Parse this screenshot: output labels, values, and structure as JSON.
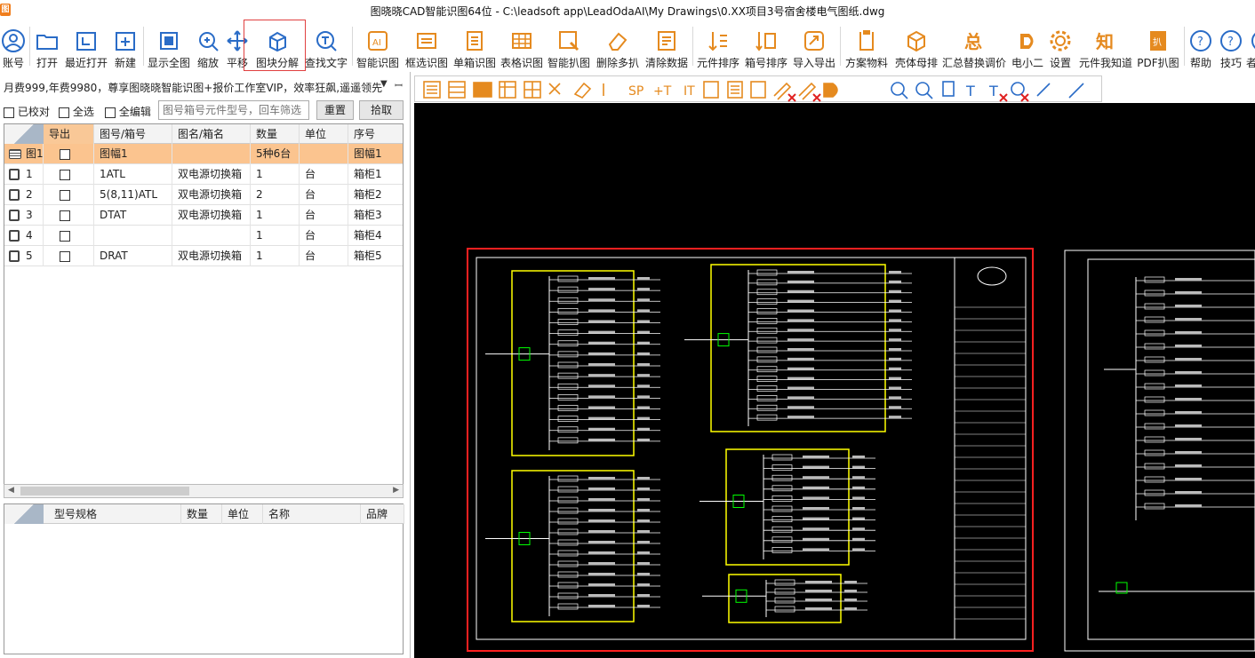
{
  "window": {
    "title": "图晓晓CAD智能识图64位 - C:\\leadsoft app\\LeadOdaAI\\My Drawings\\0.XX项目3号宿舍楼电气图纸.dwg"
  },
  "ribbon": {
    "account": "账号",
    "open": "打开",
    "recent": "最近打开",
    "new": "新建",
    "show_all": "显示全图",
    "zoom": "缩放",
    "pan": "平移",
    "block_explode": "图块分解",
    "find_text": "查找文字",
    "smart_recognize": "智能识图",
    "box_recognize": "框选识图",
    "single_box_recognize": "单箱识图",
    "table_recognize": "表格识图",
    "smart_grab": "智能扒图",
    "delete_multi_grab": "删除多扒",
    "clear_data": "清除数据",
    "component_sort": "元件排序",
    "box_number_sort": "箱号排序",
    "import_export": "导入导出",
    "plan_materials": "方案物料",
    "enclosure_busbar": "壳体母排",
    "summary_replace": "汇总替换调价",
    "dianxiaoer": "电小二",
    "settings": "设置",
    "component_knowledge": "元件我知道",
    "pdf_grab": "PDF扒图",
    "help": "帮助",
    "tips": "技巧",
    "more": "者"
  },
  "left": {
    "promo": "月费999,年费9980，尊享图晓晓智能识图+报价工作室VIP，效率狂飙,遥遥领先",
    "checked_label": "已校对",
    "select_all_label": "全选",
    "edit_all_label": "全编辑",
    "filter_placeholder": "图号箱号元件型号，回车筛选",
    "reset_button": "重置",
    "pick_button": "拾取",
    "grid_headers": [
      "导出",
      "图号/箱号",
      "图名/箱名",
      "数量",
      "单位",
      "序号"
    ],
    "rows": [
      {
        "id": "图1",
        "code": "图幅1",
        "name": "",
        "qty": "5种6台",
        "unit": "",
        "seq": "图幅1",
        "highlight": true
      },
      {
        "id": "1",
        "code": "1ATL",
        "name": "双电源切换箱",
        "qty": "1",
        "unit": "台",
        "seq": "箱柜1"
      },
      {
        "id": "2",
        "code": "5(8,11)ATL",
        "name": "双电源切换箱",
        "qty": "2",
        "unit": "台",
        "seq": "箱柜2"
      },
      {
        "id": "3",
        "code": "DTAT",
        "name": "双电源切换箱",
        "qty": "1",
        "unit": "台",
        "seq": "箱柜3"
      },
      {
        "id": "4",
        "code": "",
        "name": "",
        "qty": "1",
        "unit": "台",
        "seq": "箱柜4"
      },
      {
        "id": "5",
        "code": "DRAT",
        "name": "双电源切换箱",
        "qty": "1",
        "unit": "台",
        "seq": "箱柜5"
      }
    ],
    "grid2_headers": [
      "型号规格",
      "数量",
      "单位",
      "名称",
      "品牌"
    ]
  },
  "colors": {
    "accent_orange": "#f07d1c",
    "row_highlight": "#fbc48f",
    "cad_yellow": "#ffff00",
    "cad_red": "#ff2020"
  }
}
